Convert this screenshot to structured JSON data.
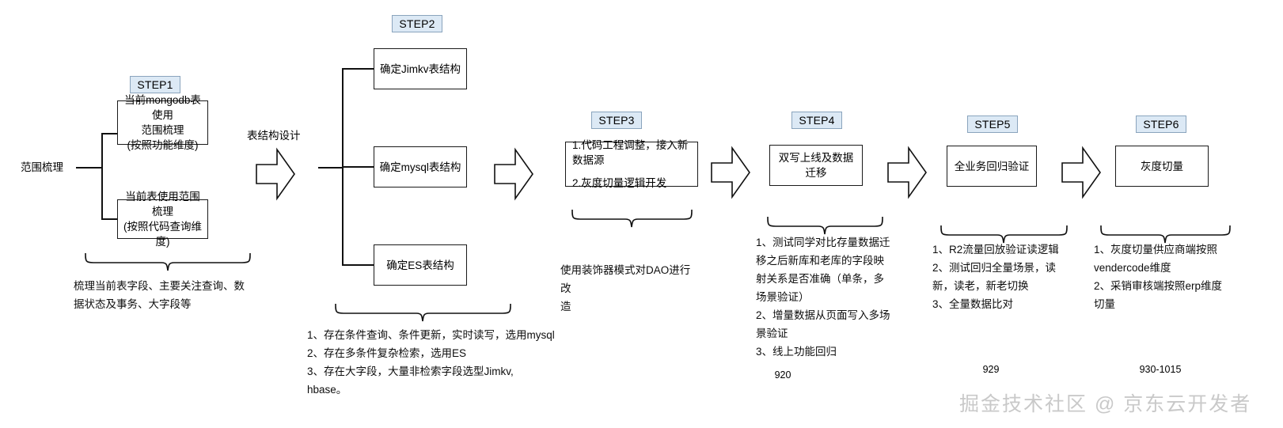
{
  "diagram": {
    "title_labels": {
      "scope_combing": "范围梳理",
      "table_design": "表结构设计"
    },
    "steps": [
      {
        "badge": "STEP1",
        "boxes": [
          {
            "lines": [
              "当前mongodb表使用",
              "范围梳理",
              "(按照功能维度)"
            ]
          },
          {
            "lines": [
              "当前表使用范围梳理",
              "(按照代码查询维度)"
            ]
          }
        ],
        "note_lines": [
          "梳理当前表字段、主要关注查询、数",
          "据状态及事务、大字段等"
        ],
        "number": ""
      },
      {
        "badge": "STEP2",
        "boxes": [
          {
            "lines": [
              "确定Jimkv表结构"
            ]
          },
          {
            "lines": [
              "确定mysql表结构"
            ]
          },
          {
            "lines": [
              "确定ES表结构"
            ]
          }
        ],
        "note_lines": [
          "1、存在条件查询、条件更新，实时读写，选用mysql",
          "2、存在多条件复杂检索，选用ES",
          "3、存在大字段，大量非检索字段选型Jimkv,",
          "hbase。"
        ],
        "number": ""
      },
      {
        "badge": "STEP3",
        "boxes": [
          {
            "lines": [
              "1.代码工程调整，接入新数据源",
              "2.灰度切量逻辑开发"
            ]
          }
        ],
        "note_lines": [
          "使用装饰器模式对DAO进行改",
          "造"
        ],
        "number": ""
      },
      {
        "badge": "STEP4",
        "boxes": [
          {
            "lines": [
              "双写上线及数据迁移"
            ]
          }
        ],
        "note_lines": [
          "1、测试同学对比存量数据迁",
          "移之后新库和老库的字段映",
          "射关系是否准确（单条，多",
          "场景验证）",
          "2、增量数据从页面写入多场",
          "景验证",
          "3、线上功能回归"
        ],
        "number": "920"
      },
      {
        "badge": "STEP5",
        "boxes": [
          {
            "lines": [
              "全业务回归验证"
            ]
          }
        ],
        "note_lines": [
          "1、R2流量回放验证读逻辑",
          "2、测试回归全量场景，读",
          "新，读老，新老切换",
          "3、全量数据比对"
        ],
        "number": "929"
      },
      {
        "badge": "STEP6",
        "boxes": [
          {
            "lines": [
              "灰度切量"
            ]
          }
        ],
        "note_lines": [
          "1、灰度切量供应商端按照",
          "vendercode维度",
          "2、采销审核端按照erp维度",
          "切量"
        ],
        "number": "930-1015"
      }
    ],
    "watermark": "掘金技术社区 @ 京东云开发者",
    "colors": {
      "badge_fill": "#dce9f5",
      "badge_border": "#8aa4bd",
      "box_border": "#1a1a1a",
      "line": "#111111",
      "watermark": "#c9c9c9",
      "background": "#ffffff"
    }
  }
}
